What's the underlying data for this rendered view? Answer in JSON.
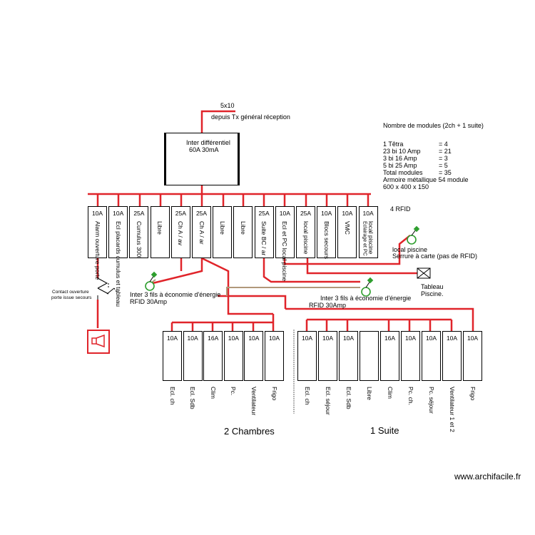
{
  "supply": {
    "cable": "5x10",
    "source": "depuis Tx général réception"
  },
  "main_breaker": {
    "line1": "Inter différentiel",
    "line2": "60A 30mA"
  },
  "summary": {
    "title": "Nombre de modules (2ch + 1 suite)",
    "rows": [
      {
        "label": "1 Têtra",
        "value": "= 4"
      },
      {
        "label": "23 bi 10 Amp",
        "value": "= 21"
      },
      {
        "label": "3 bi 16 Amp",
        "value": "= 3"
      },
      {
        "label": "5 bi 25 Amp",
        "value": "= 5"
      },
      {
        "label": "Total modules",
        "value": "= 35"
      }
    ],
    "cabinet": "Armoire métallique 54 module",
    "size": "600 x 400 x 150"
  },
  "rfid_count": "4 RFID",
  "top_row": [
    {
      "amp": "10A",
      "label": "Alarm ouverture porte"
    },
    {
      "amp": "10A",
      "label": "Ecl placards cumulus et tableau"
    },
    {
      "amp": "25A",
      "label": "Cumulus 300l"
    },
    {
      "amp": "",
      "label": "Libre"
    },
    {
      "amp": "25A",
      "label": "Ch A / av"
    },
    {
      "amp": "25A",
      "label": "Ch A / ar"
    },
    {
      "amp": "",
      "label": "Libre"
    },
    {
      "amp": "",
      "label": "Libre"
    },
    {
      "amp": "25A",
      "label": "Suite BC / ar"
    },
    {
      "amp": "10A",
      "label": "Ecl et PC local piscine"
    },
    {
      "amp": "25A",
      "label": "local piscine"
    },
    {
      "amp": "10A",
      "label": "Blocs secours"
    },
    {
      "amp": "10A",
      "label": "VMC"
    },
    {
      "amp": "10A",
      "label": "local piscine",
      "label2": "Eclairage et PC"
    }
  ],
  "left_row": [
    {
      "amp": "10A",
      "label": "Ecl. ch"
    },
    {
      "amp": "10A",
      "label": "Ecl. Sdb"
    },
    {
      "amp": "16A",
      "label": "Clim"
    },
    {
      "amp": "10A",
      "label": "Pc."
    },
    {
      "amp": "10A",
      "label": "Ventilateur"
    },
    {
      "amp": "10A",
      "label": "Frigo"
    }
  ],
  "right_row": [
    {
      "amp": "10A",
      "label": "Ecl. ch"
    },
    {
      "amp": "10A",
      "label": "Ecl. séjour"
    },
    {
      "amp": "10A",
      "label": "Ecl. Sdb"
    },
    {
      "amp": "",
      "label": "Libre"
    },
    {
      "amp": "16A",
      "label": "Clim"
    },
    {
      "amp": "10A",
      "label": "Pc. ch."
    },
    {
      "amp": "10A",
      "label": "Pc. séjour"
    },
    {
      "amp": "10A",
      "label": "Ventilateur 1 et 2"
    },
    {
      "amp": "10A",
      "label": "Frigo"
    }
  ],
  "annotations": {
    "contact_line1": "Contact ouverture",
    "contact_line2": "porte issue secours",
    "inter_left_1": "Inter 3 fils à économie d'énergie",
    "inter_left_2": "RFID 30Amp",
    "inter_right_1": "Inter 3 fils à économie d'énergie",
    "inter_right_2": "RFID 30Amp",
    "pool_local_1": "local piscine",
    "pool_local_2": "Serrure à carte (pas de RFID)",
    "pool_panel_1": "Tableau",
    "pool_panel_2": "Piscine."
  },
  "groups": {
    "left": "2 Chambres",
    "right": "1 Suite"
  },
  "watermark": "www.archifacile.fr",
  "colors": {
    "wire": "#e0242a",
    "neutral_wire": "#b0987a",
    "switch_ring": "#2e9e2e"
  }
}
